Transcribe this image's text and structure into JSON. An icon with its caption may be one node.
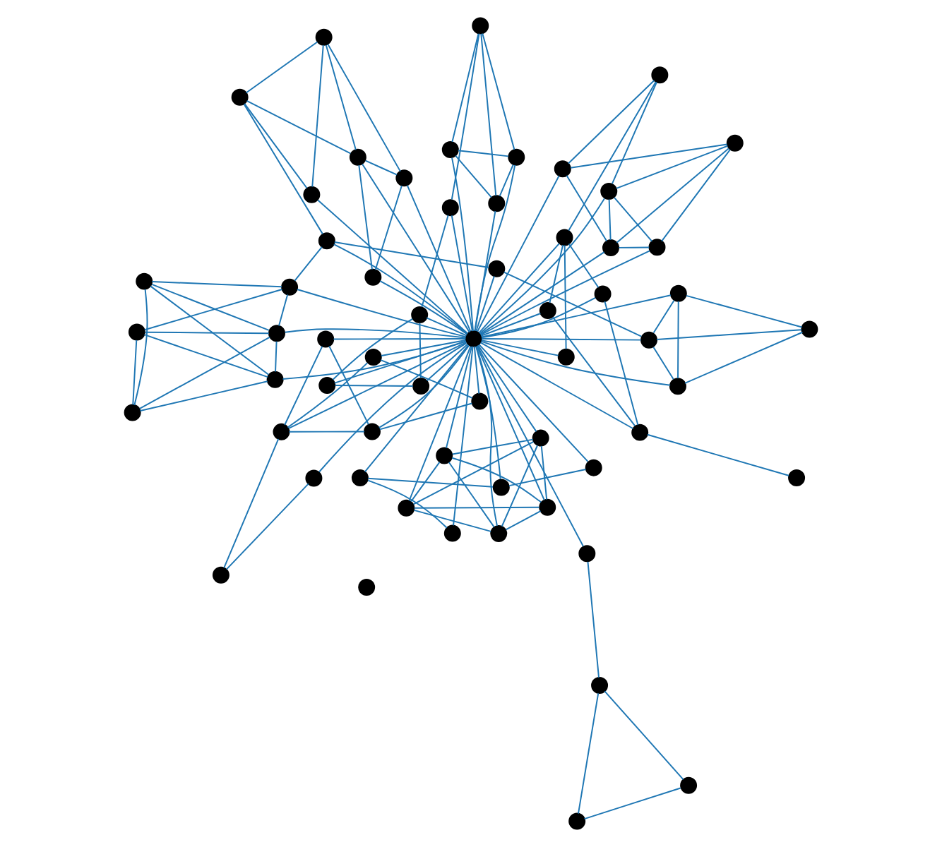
{
  "diagram": {
    "nodes": [
      {
        "text": [],
        "shape": "circle"
      },
      {
        "text": [],
        "shape": "circle"
      },
      {
        "text": [],
        "shape": "circle"
      },
      {
        "text": [],
        "shape": "circle"
      },
      {
        "text": [],
        "shape": "circle"
      },
      {
        "text": [],
        "shape": "circle"
      },
      {
        "text": [],
        "shape": "circle"
      },
      {
        "text": [],
        "shape": "circle"
      },
      {
        "text": [],
        "shape": "circle"
      },
      {
        "text": [],
        "shape": "circle"
      },
      {
        "text": [],
        "shape": "circle"
      },
      {
        "text": [],
        "shape": "circle"
      },
      {
        "text": [],
        "shape": "circle"
      },
      {
        "text": [],
        "shape": "circle"
      },
      {
        "text": [],
        "shape": "circle"
      },
      {
        "text": [],
        "shape": "circle"
      },
      {
        "text": [],
        "shape": "circle"
      },
      {
        "text": [],
        "shape": "circle"
      },
      {
        "text": [],
        "shape": "circle"
      },
      {
        "text": [],
        "shape": "circle"
      },
      {
        "text": [],
        "shape": "circle"
      },
      {
        "text": [],
        "shape": "circle"
      },
      {
        "text": [],
        "shape": "circle"
      },
      {
        "text": [],
        "shape": "circle"
      },
      {
        "text": [],
        "shape": "circle"
      },
      {
        "text": [],
        "shape": "circle"
      },
      {
        "text": [],
        "shape": "circle"
      },
      {
        "text": [],
        "shape": "circle"
      },
      {
        "text": [],
        "shape": "circle"
      },
      {
        "text": [],
        "shape": "circle"
      },
      {
        "text": [],
        "shape": "circle"
      },
      {
        "text": [],
        "shape": "circle"
      },
      {
        "text": [],
        "shape": "circle"
      },
      {
        "text": [],
        "shape": "circle"
      },
      {
        "text": [],
        "shape": "circle"
      },
      {
        "text": [],
        "shape": "circle"
      },
      {
        "text": [],
        "shape": "circle"
      },
      {
        "text": [],
        "shape": "circle"
      },
      {
        "text": [],
        "shape": "circle"
      },
      {
        "text": [],
        "shape": "circle"
      },
      {
        "text": [],
        "shape": "circle"
      },
      {
        "text": [],
        "shape": "circle"
      },
      {
        "text": [],
        "shape": "circle"
      },
      {
        "text": [],
        "shape": "circle"
      },
      {
        "text": [],
        "shape": "circle"
      },
      {
        "text": [],
        "shape": "circle"
      },
      {
        "text": [],
        "shape": "circle"
      },
      {
        "text": [],
        "shape": "circle"
      },
      {
        "text": [],
        "shape": "circle"
      },
      {
        "text": [],
        "shape": "circle"
      },
      {
        "text": [],
        "shape": "circle"
      },
      {
        "text": [],
        "shape": "circle"
      },
      {
        "text": [],
        "shape": "circle"
      },
      {
        "text": [],
        "shape": "circle"
      },
      {
        "text": [],
        "shape": "circle"
      },
      {
        "text": [],
        "shape": "circle"
      },
      {
        "text": [],
        "shape": "circle"
      },
      {
        "text": [],
        "shape": "circle"
      },
      {
        "text": [],
        "shape": "circle"
      },
      {
        "text": [],
        "shape": "circle"
      }
    ],
    "edges": [
      {
        "from": 1,
        "to": 2,
        "arrow": "none"
      },
      {
        "from": 1,
        "to": 3,
        "arrow": "none"
      },
      {
        "from": 2,
        "to": 3,
        "arrow": "none"
      },
      {
        "from": 3,
        "to": 4,
        "arrow": "none"
      },
      {
        "from": 4,
        "to": 0,
        "arrow": "none"
      },
      {
        "from": 5,
        "to": 6,
        "arrow": "none"
      },
      {
        "from": 5,
        "to": 7,
        "arrow": "none"
      },
      {
        "from": 5,
        "to": 8,
        "arrow": "none"
      },
      {
        "from": 5,
        "to": 9,
        "arrow": "none"
      },
      {
        "from": 6,
        "to": 7,
        "arrow": "none"
      },
      {
        "from": 6,
        "to": 8,
        "arrow": "none"
      },
      {
        "from": 6,
        "to": 9,
        "arrow": "none"
      },
      {
        "from": 7,
        "to": 8,
        "arrow": "none"
      },
      {
        "from": 8,
        "to": 9,
        "arrow": "none"
      },
      {
        "from": 7,
        "to": 9,
        "arrow": "none"
      },
      {
        "from": 5,
        "to": 0,
        "arrow": "none"
      },
      {
        "from": 6,
        "to": 0,
        "arrow": "none"
      },
      {
        "from": 7,
        "to": 0,
        "arrow": "none"
      },
      {
        "from": 8,
        "to": 0,
        "arrow": "none"
      },
      {
        "from": 9,
        "to": 0,
        "arrow": "none"
      },
      {
        "from": 10,
        "to": 11,
        "arrow": "none"
      },
      {
        "from": 11,
        "to": 12,
        "arrow": "none"
      },
      {
        "from": 12,
        "to": 13,
        "arrow": "none"
      },
      {
        "from": 10,
        "to": 0,
        "arrow": "none"
      },
      {
        "from": 11,
        "to": 0,
        "arrow": "none"
      },
      {
        "from": 12,
        "to": 0,
        "arrow": "none"
      },
      {
        "from": 13,
        "to": 0,
        "arrow": "none"
      },
      {
        "from": 14,
        "to": 15,
        "arrow": "none"
      },
      {
        "from": 15,
        "to": 16,
        "arrow": "none"
      },
      {
        "from": 16,
        "to": 17,
        "arrow": "none"
      },
      {
        "from": 14,
        "to": 18,
        "arrow": "none"
      },
      {
        "from": 16,
        "to": 18,
        "arrow": "none"
      },
      {
        "from": 17,
        "to": 18,
        "arrow": "none"
      },
      {
        "from": 14,
        "to": 0,
        "arrow": "none"
      },
      {
        "from": 15,
        "to": 0,
        "arrow": "none"
      },
      {
        "from": 16,
        "to": 0,
        "arrow": "none"
      },
      {
        "from": 17,
        "to": 0,
        "arrow": "none"
      },
      {
        "from": 18,
        "to": 0,
        "arrow": "none"
      },
      {
        "from": 19,
        "to": 18,
        "arrow": "none"
      },
      {
        "from": 19,
        "to": 20,
        "arrow": "none"
      },
      {
        "from": 20,
        "to": 0,
        "arrow": "none"
      },
      {
        "from": 21,
        "to": 22,
        "arrow": "none"
      },
      {
        "from": 21,
        "to": 23,
        "arrow": "none"
      },
      {
        "from": 21,
        "to": 24,
        "arrow": "none"
      },
      {
        "from": 21,
        "to": 25,
        "arrow": "none"
      },
      {
        "from": 22,
        "to": 23,
        "arrow": "none"
      },
      {
        "from": 22,
        "to": 24,
        "arrow": "none"
      },
      {
        "from": 23,
        "to": 24,
        "arrow": "none"
      },
      {
        "from": 22,
        "to": 0,
        "arrow": "none"
      },
      {
        "from": 23,
        "to": 0,
        "arrow": "none"
      },
      {
        "from": 24,
        "to": 0,
        "arrow": "none"
      },
      {
        "from": 25,
        "to": 0,
        "arrow": "none"
      },
      {
        "from": 26,
        "to": 25,
        "arrow": "none"
      },
      {
        "from": 26,
        "to": 27,
        "arrow": "none"
      },
      {
        "from": 26,
        "to": 28,
        "arrow": "none"
      },
      {
        "from": 27,
        "to": 28,
        "arrow": "none"
      },
      {
        "from": 26,
        "to": 0,
        "arrow": "none"
      },
      {
        "from": 27,
        "to": 0,
        "arrow": "none"
      },
      {
        "from": 28,
        "to": 0,
        "arrow": "none"
      },
      {
        "from": 29,
        "to": 30,
        "arrow": "none"
      },
      {
        "from": 29,
        "to": 31,
        "arrow": "none"
      },
      {
        "from": 29,
        "to": 32,
        "arrow": "none"
      },
      {
        "from": 29,
        "to": 33,
        "arrow": "none"
      },
      {
        "from": 29,
        "to": 34,
        "arrow": "none"
      },
      {
        "from": 30,
        "to": 31,
        "arrow": "none"
      },
      {
        "from": 30,
        "to": 32,
        "arrow": "none"
      },
      {
        "from": 30,
        "to": 34,
        "arrow": "none"
      },
      {
        "from": 31,
        "to": 32,
        "arrow": "none"
      },
      {
        "from": 31,
        "to": 33,
        "arrow": "none"
      },
      {
        "from": 32,
        "to": 33,
        "arrow": "none"
      },
      {
        "from": 33,
        "to": 34,
        "arrow": "none"
      },
      {
        "from": 29,
        "to": 0,
        "arrow": "none"
      },
      {
        "from": 31,
        "to": 0,
        "arrow": "none"
      },
      {
        "from": 34,
        "to": 0,
        "arrow": "none"
      },
      {
        "from": 34,
        "to": 35,
        "arrow": "none"
      },
      {
        "from": 35,
        "to": 54,
        "arrow": "none"
      },
      {
        "from": 36,
        "to": 37,
        "arrow": "none"
      },
      {
        "from": 37,
        "to": 38,
        "arrow": "none"
      },
      {
        "from": 36,
        "to": 39,
        "arrow": "none"
      },
      {
        "from": 36,
        "to": 40,
        "arrow": "none"
      },
      {
        "from": 37,
        "to": 40,
        "arrow": "none"
      },
      {
        "from": 37,
        "to": 41,
        "arrow": "none"
      },
      {
        "from": 38,
        "to": 40,
        "arrow": "none"
      },
      {
        "from": 38,
        "to": 41,
        "arrow": "none"
      },
      {
        "from": 39,
        "to": 40,
        "arrow": "none"
      },
      {
        "from": 35,
        "to": 38,
        "arrow": "none"
      },
      {
        "from": 35,
        "to": 0,
        "arrow": "none"
      },
      {
        "from": 36,
        "to": 0,
        "arrow": "none"
      },
      {
        "from": 39,
        "to": 0,
        "arrow": "none"
      },
      {
        "from": 40,
        "to": 0,
        "arrow": "none"
      },
      {
        "from": 41,
        "to": 0,
        "arrow": "none"
      },
      {
        "from": 42,
        "to": 43,
        "arrow": "none"
      },
      {
        "from": 42,
        "to": 44,
        "arrow": "none"
      },
      {
        "from": 42,
        "to": 45,
        "arrow": "none"
      },
      {
        "from": 43,
        "to": 46,
        "arrow": "none"
      },
      {
        "from": 45,
        "to": 46,
        "arrow": "none"
      },
      {
        "from": 46,
        "to": 47,
        "arrow": "none"
      },
      {
        "from": 46,
        "to": 53,
        "arrow": "none"
      },
      {
        "from": 48,
        "to": 49,
        "arrow": "none"
      },
      {
        "from": 48,
        "to": 50,
        "arrow": "none"
      },
      {
        "from": 48,
        "to": 51,
        "arrow": "none"
      },
      {
        "from": 48,
        "to": 52,
        "arrow": "none"
      },
      {
        "from": 49,
        "to": 50,
        "arrow": "none"
      },
      {
        "from": 49,
        "to": 51,
        "arrow": "none"
      },
      {
        "from": 50,
        "to": 51,
        "arrow": "none"
      },
      {
        "from": 51,
        "to": 52,
        "arrow": "none"
      },
      {
        "from": 50,
        "to": 53,
        "arrow": "none"
      },
      {
        "from": 52,
        "to": 53,
        "arrow": "none"
      },
      {
        "from": 42,
        "to": 0,
        "arrow": "none"
      },
      {
        "from": 43,
        "to": 0,
        "arrow": "none"
      },
      {
        "from": 45,
        "to": 0,
        "arrow": "none"
      },
      {
        "from": 46,
        "to": 0,
        "arrow": "none"
      },
      {
        "from": 47,
        "to": 0,
        "arrow": "none"
      },
      {
        "from": 48,
        "to": 0,
        "arrow": "none"
      },
      {
        "from": 49,
        "to": 0,
        "arrow": "none"
      },
      {
        "from": 50,
        "to": 0,
        "arrow": "none"
      },
      {
        "from": 52,
        "to": 0,
        "arrow": "none"
      },
      {
        "from": 54,
        "to": 55,
        "arrow": "none"
      },
      {
        "from": 55,
        "to": 56,
        "arrow": "none"
      },
      {
        "from": 55,
        "to": 57,
        "arrow": "none"
      },
      {
        "from": 55,
        "to": 58,
        "arrow": "none"
      },
      {
        "from": 56,
        "to": 57,
        "arrow": "none"
      },
      {
        "from": 56,
        "to": 58,
        "arrow": "none"
      },
      {
        "from": 57,
        "to": 58,
        "arrow": "none"
      },
      {
        "from": 54,
        "to": 0,
        "arrow": "none"
      },
      {
        "from": 55,
        "to": 0,
        "arrow": "none"
      },
      {
        "from": 56,
        "to": 0,
        "arrow": "none"
      },
      {
        "from": 57,
        "to": 0,
        "arrow": "none"
      }
    ]
  }
}
